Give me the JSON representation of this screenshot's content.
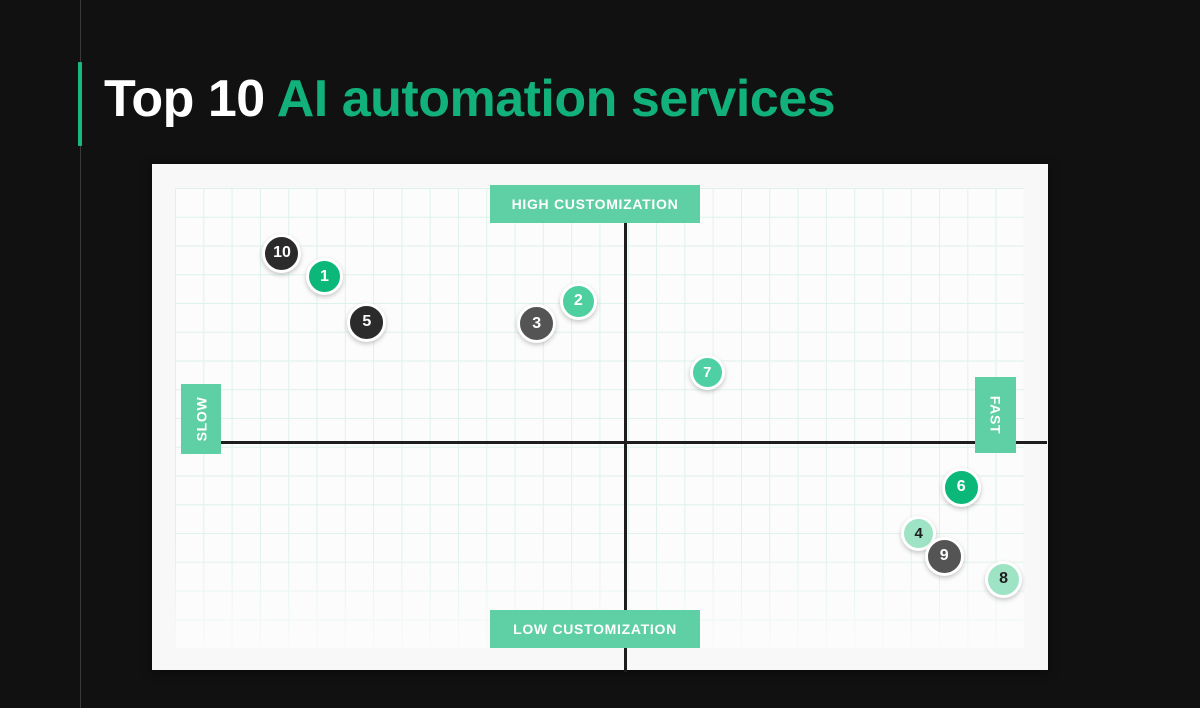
{
  "page": {
    "background_color": "#111112",
    "accent_color": "#12b07a",
    "rule_color": "#3a3a3c"
  },
  "header": {
    "title_plain": "Top 10",
    "title_accent": "AI automation services"
  },
  "chart_data": {
    "type": "scatter",
    "title": "Top 10 AI automation services",
    "xlabel": "",
    "ylabel": "",
    "xlim": [
      0,
      100
    ],
    "ylim": [
      0,
      100
    ],
    "grid": true,
    "legend": "none",
    "axes": {
      "x_axis_label_left": "SLOW",
      "x_axis_label_right": "FAST",
      "y_axis_label_top": "HIGH CUSTOMIZATION",
      "y_axis_label_bottom": "LOW CUSTOMIZATION",
      "origin_x_pct": 50.2,
      "origin_y_pct": 49.8
    },
    "quadrant_label_color": "#5fcfa5",
    "axis_line_color": "#1d1d1d",
    "grid_color": "#dff2ea",
    "plot_background": "#fbfcfb",
    "card_background": "#f7f8f7",
    "points": [
      {
        "label": "10",
        "x_pct": 12.6,
        "y_pct": 14.2,
        "size": 39,
        "fill": "#2b2b2b",
        "text_color": "#ffffff"
      },
      {
        "label": "1",
        "x_pct": 17.6,
        "y_pct": 19.3,
        "size": 37,
        "fill": "#0bb87a",
        "text_color": "#ffffff"
      },
      {
        "label": "5",
        "x_pct": 22.6,
        "y_pct": 29.2,
        "size": 39,
        "fill": "#2b2b2b",
        "text_color": "#ffffff"
      },
      {
        "label": "3",
        "x_pct": 42.6,
        "y_pct": 29.5,
        "size": 39,
        "fill": "#545454",
        "text_color": "#ffffff"
      },
      {
        "label": "2",
        "x_pct": 47.5,
        "y_pct": 24.6,
        "size": 37,
        "fill": "#4ecfa0",
        "text_color": "#ffffff"
      },
      {
        "label": "7",
        "x_pct": 62.7,
        "y_pct": 40.0,
        "size": 35,
        "fill": "#4ecfa4",
        "text_color": "#ffffff"
      },
      {
        "label": "6",
        "x_pct": 92.6,
        "y_pct": 65.0,
        "size": 39,
        "fill": "#0bb87a",
        "text_color": "#ffffff"
      },
      {
        "label": "4",
        "x_pct": 87.6,
        "y_pct": 75.1,
        "size": 35,
        "fill": "#9ee3c4",
        "text_color": "#1d1d1d"
      },
      {
        "label": "9",
        "x_pct": 90.6,
        "y_pct": 80.1,
        "size": 39,
        "fill": "#545454",
        "text_color": "#ffffff"
      },
      {
        "label": "8",
        "x_pct": 97.6,
        "y_pct": 85.1,
        "size": 37,
        "fill": "#9ee3c4",
        "text_color": "#1d1d1d"
      }
    ]
  }
}
